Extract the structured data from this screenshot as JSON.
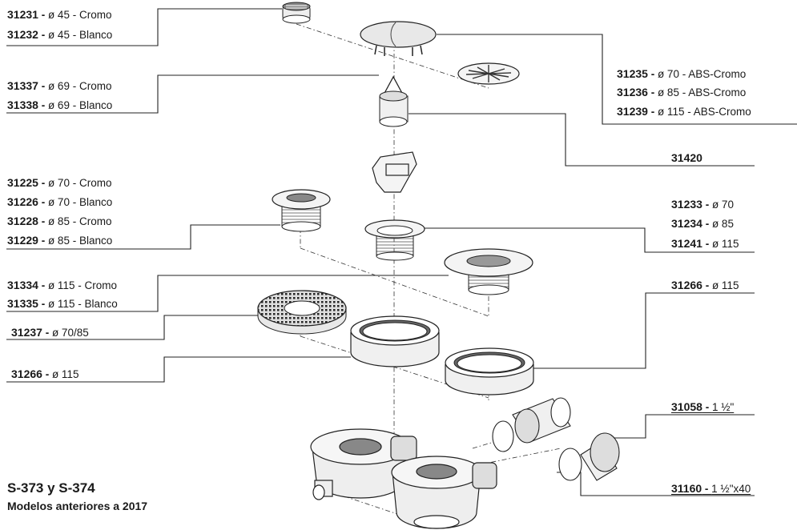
{
  "labels": {
    "l31231": {
      "code": "31231",
      "desc": "ø 45 - Cromo"
    },
    "l31232": {
      "code": "31232",
      "desc": "ø 45 - Blanco"
    },
    "l31337": {
      "code": "31337",
      "desc": "ø 69 - Cromo"
    },
    "l31338": {
      "code": "31338",
      "desc": "ø 69 - Blanco"
    },
    "l31225": {
      "code": "31225",
      "desc": "ø 70 - Cromo"
    },
    "l31226": {
      "code": "31226",
      "desc": "ø 70 - Blanco"
    },
    "l31228": {
      "code": "31228",
      "desc": "ø 85 - Cromo"
    },
    "l31229": {
      "code": "31229",
      "desc": "ø 85 - Blanco"
    },
    "l31334": {
      "code": "31334",
      "desc": "ø 115 - Cromo"
    },
    "l31335": {
      "code": "31335",
      "desc": "ø 115 - Blanco"
    },
    "l31237": {
      "code": "31237",
      "desc": "ø 70/85"
    },
    "l31266a": {
      "code": "31266",
      "desc": "ø 115"
    },
    "l31235": {
      "code": "31235",
      "desc": "ø 70 - ABS-Cromo"
    },
    "l31236": {
      "code": "31236",
      "desc": "ø 85 - ABS-Cromo"
    },
    "l31239": {
      "code": "31239",
      "desc": "ø 115 - ABS-Cromo"
    },
    "l31420": {
      "code": "31420",
      "desc": ""
    },
    "l31233": {
      "code": "31233",
      "desc": "ø 70"
    },
    "l31234": {
      "code": "31234",
      "desc": "ø 85"
    },
    "l31241": {
      "code": "31241",
      "desc": "ø 115"
    },
    "l31266b": {
      "code": "31266",
      "desc": "ø 115"
    },
    "l31058": {
      "code": "31058",
      "desc": "1 ½\""
    },
    "l31160": {
      "code": "31160",
      "desc": "1 ½\"x40"
    }
  },
  "separator": " - ",
  "title": "S-373 y S-374",
  "subtitle": "Modelos anteriores a 2017"
}
